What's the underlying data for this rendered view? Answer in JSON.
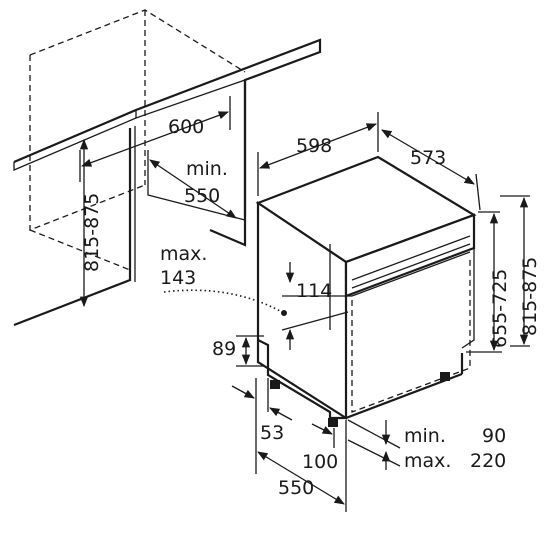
{
  "labels": {
    "niche_width": "600",
    "niche_depth_min": "min.",
    "niche_depth_value": "550",
    "niche_height": "815-875",
    "offset_max": "max.",
    "offset_max_value": "143",
    "appliance_width": "598",
    "appliance_depth": "573",
    "panel_height": "114",
    "height_range_inner": "655-725",
    "height_range_outer": "815-875",
    "plinth_height": "89",
    "plinth_depth": "53",
    "foot_setback": "100",
    "total_depth": "550",
    "plinth_min_label": "min.",
    "plinth_min_value": "90",
    "plinth_max_label": "max.",
    "plinth_max_value": "220"
  }
}
